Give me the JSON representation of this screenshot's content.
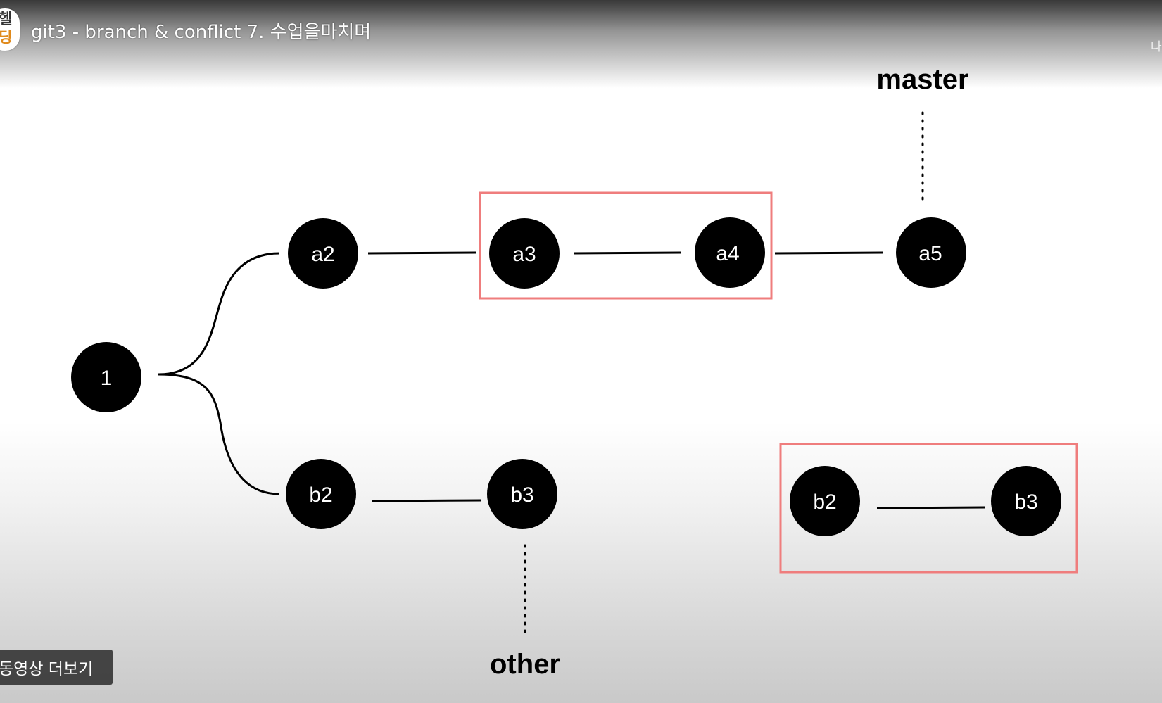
{
  "player": {
    "title": "git3 - branch & conflict 7. 수업을마치며",
    "channel_avatar": {
      "icon": "channel-logo-icon",
      "top_glyph": "헬",
      "bottom_glyph": "딩"
    },
    "corner_text": "나",
    "more_videos_label": "동영상 더보기"
  },
  "diagram": {
    "colors": {
      "node": "#000000",
      "node_text": "#ffffff",
      "highlight_box": "#ef7d7d",
      "edge": "#000000"
    },
    "branch_labels": {
      "master": "master",
      "other": "other"
    },
    "nodes": {
      "n1": "1",
      "a2": "a2",
      "a3": "a3",
      "a4": "a4",
      "a5": "a5",
      "b2": "b2",
      "b3": "b3",
      "b2_copy": "b2",
      "b3_copy": "b3"
    }
  }
}
